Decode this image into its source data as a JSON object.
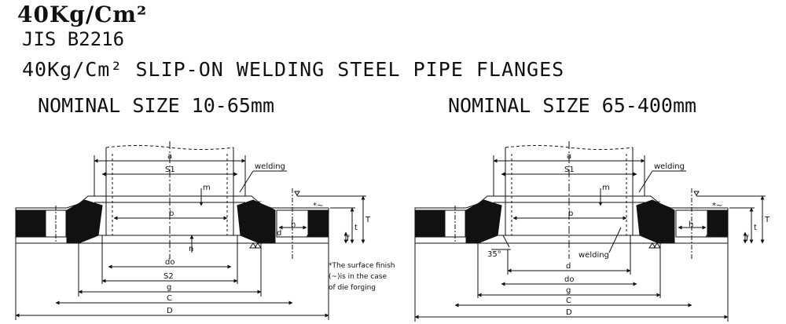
{
  "header": {
    "pressure": "40Kg/Cm²",
    "standard": "JIS B2216",
    "title": "40Kg/Cm² SLIP-ON WELDING STEEL PIPE FLANGES"
  },
  "left_drawing": {
    "heading": "NOMINAL SIZE 10-65mm",
    "labels": {
      "a": "a",
      "s1": "S1",
      "welding": "welding",
      "m": "m",
      "r": "r",
      "b": "b",
      "n": "n",
      "do": "do",
      "s2": "S2",
      "g": "g",
      "c": "C",
      "d_big": "D",
      "h": "h",
      "d_small": "d",
      "f": "f",
      "t": "t",
      "T": "T",
      "star": "*~"
    },
    "note": [
      "*The surface finish",
      "(~)is in the case",
      "of die forging"
    ]
  },
  "right_drawing": {
    "heading": "NOMINAL SIZE 65-400mm",
    "labels": {
      "a": "a",
      "s1": "S1",
      "welding_top": "welding",
      "m": "m",
      "r": "r",
      "b": "b",
      "angle": "35°",
      "welding_bottom": "welding",
      "d": "d",
      "do": "do",
      "g": "g",
      "c": "C",
      "d_big": "D",
      "h": "h",
      "f": "f",
      "t": "t",
      "T": "T",
      "star": "*~"
    }
  }
}
